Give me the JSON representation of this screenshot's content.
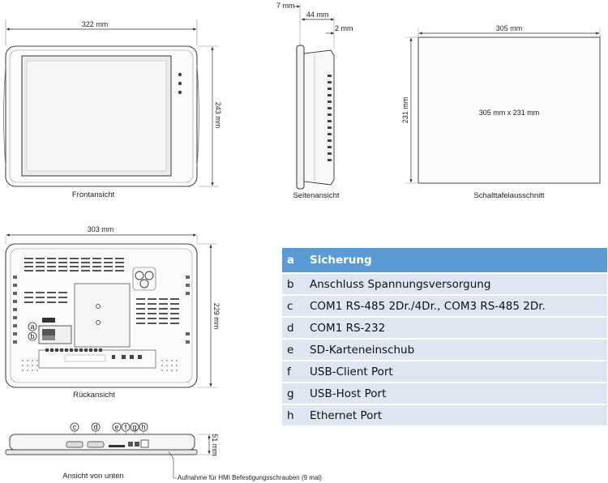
{
  "dimensions": {
    "front_width": "322 mm",
    "front_height": "243 mm",
    "side_total": "7 mm",
    "side_depth": "44 mm",
    "side_lip": "2 mm",
    "cutout_width": "305 mm",
    "cutout_height": "231 mm",
    "cutout_size": "305 mm x 231 mm",
    "rear_width": "303 mm",
    "rear_height": "229 mm",
    "bottom_depth": "51 mm"
  },
  "captions": {
    "front": "Frontansicht",
    "side": "Seitenansicht",
    "cutout": "Schalttafelausschnitt",
    "rear": "Rückansicht",
    "bottom": "Ansicht von unten",
    "mount_note": "Aufnahme für HMI Befestigungsschrauben (9 mal)"
  },
  "port_letters": [
    "c",
    "d",
    "e",
    "f",
    "g",
    "h"
  ],
  "rear_letters": [
    "a",
    "b"
  ],
  "legend": [
    {
      "key": "a",
      "label": "Sicherung"
    },
    {
      "key": "b",
      "label": "Anschluss Spannungsversorgung"
    },
    {
      "key": "c",
      "label": "COM1 RS-485 2Dr./4Dr., COM3 RS-485 2Dr."
    },
    {
      "key": "d",
      "label": "COM1 RS-232"
    },
    {
      "key": "e",
      "label": "SD-Karteneinschub"
    },
    {
      "key": "f",
      "label": "USB-Client Port"
    },
    {
      "key": "g",
      "label": "USB-Host Port"
    },
    {
      "key": "h",
      "label": "Ethernet Port"
    }
  ],
  "colors": {
    "header": "#5b9bd5",
    "row": "#dde6f1",
    "line": "#333333"
  }
}
